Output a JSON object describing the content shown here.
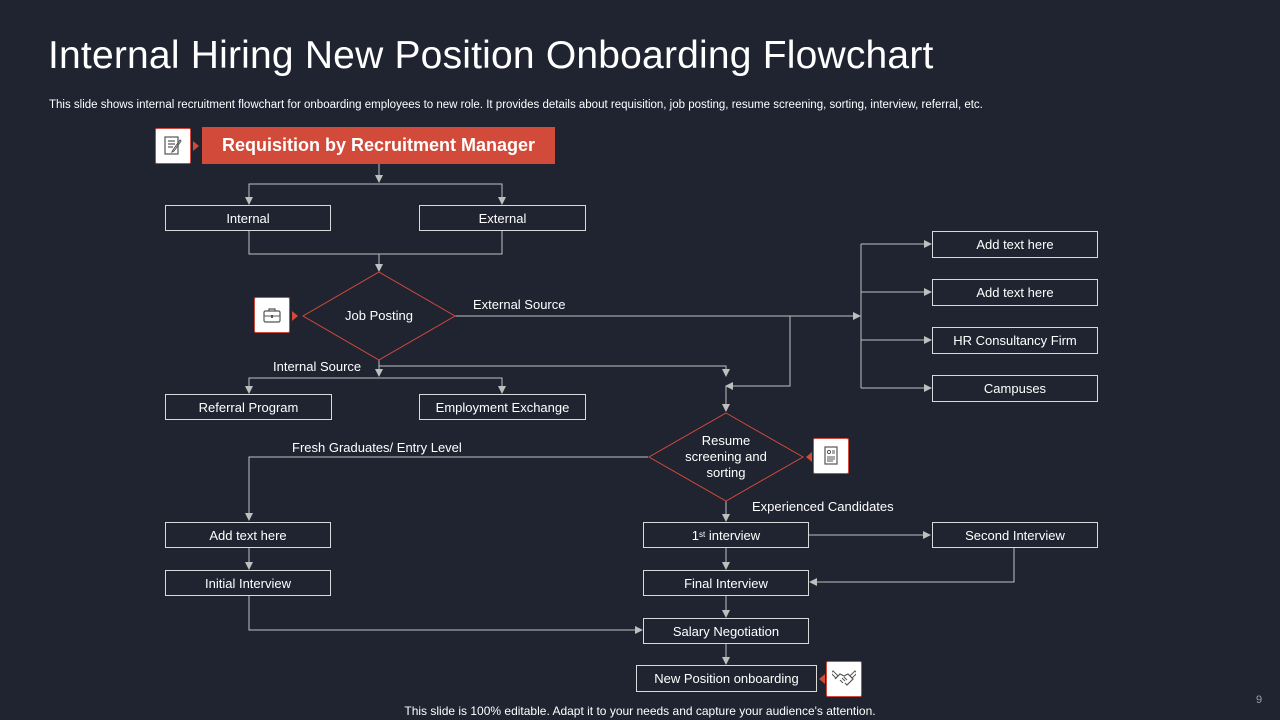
{
  "title": "Internal Hiring New Position Onboarding Flowchart",
  "subtitle": "This slide shows internal recruitment flowchart for onboarding employees to new role. It provides details about requisition, job posting, resume screening, sorting, interview, referral, etc.",
  "footer": "This slide is 100% editable. Adapt it to your needs and capture your audience's attention.",
  "page_number": "9",
  "colors": {
    "background": "#1f2430",
    "accent": "#d24a3a",
    "line": "#bfbfbf"
  },
  "nodes": {
    "requisition": "Requisition by Recruitment Manager",
    "internal": "Internal",
    "external": "External",
    "job_posting": "Job Posting",
    "referral": "Referral  Program",
    "employment_exchange": "Employment Exchange",
    "resume_screening": "Resume screening and sorting",
    "add_text_left": "Add text here",
    "initial_interview": "Initial Interview",
    "first_interview_num": "1",
    "first_interview_sup": "st",
    "first_interview_rest": " interview",
    "second_interview": "Second Interview",
    "final_interview": "Final Interview",
    "salary_negotiation": "Salary Negotiation",
    "onboarding": "New Position onboarding",
    "ext_1": "Add text here",
    "ext_2": "Add text here",
    "ext_3": "HR Consultancy Firm",
    "ext_4": "Campuses"
  },
  "edge_labels": {
    "external_source": "External Source",
    "internal_source": "Internal  Source",
    "fresh_graduates": "Fresh Graduates/ Entry Level",
    "experienced": "Experienced Candidates"
  },
  "icons": {
    "requisition": "checklist-icon",
    "job_posting": "briefcase-icon",
    "resume": "resume-document-icon",
    "onboarding": "handshake-icon"
  }
}
